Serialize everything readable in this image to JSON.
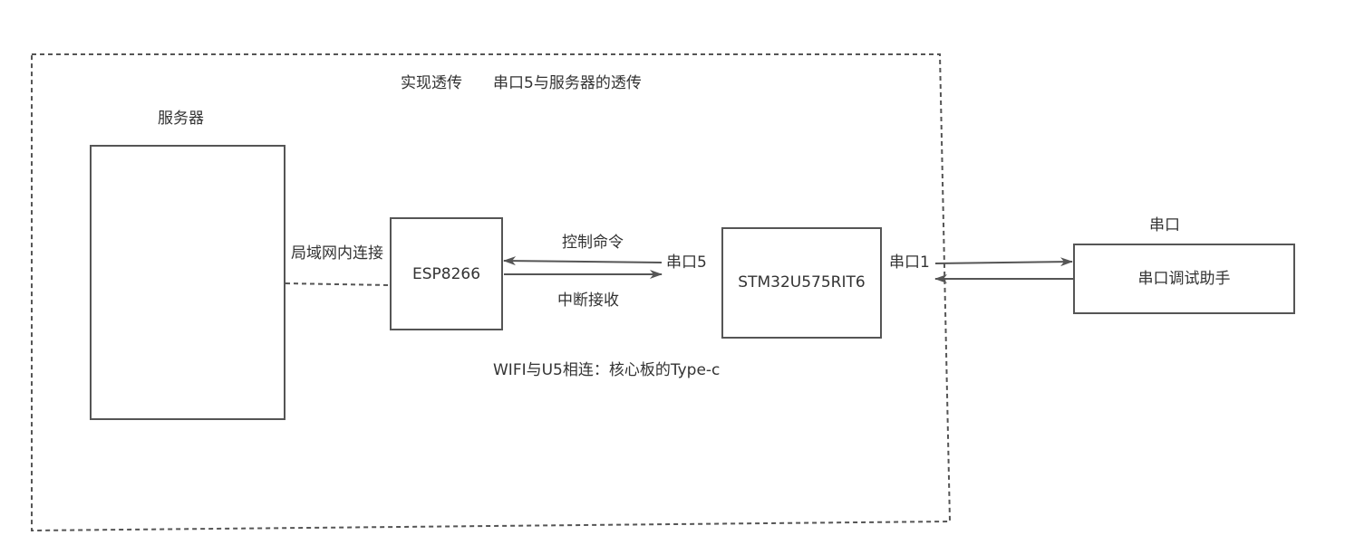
{
  "title": {
    "left": "实现透传",
    "right": "串口5与服务器的透传"
  },
  "nodes": {
    "server": {
      "label": "服务器",
      "inner": ""
    },
    "esp": {
      "label": "ESP8266"
    },
    "stm": {
      "label": "STM32U575RIT6"
    },
    "serial_tool": {
      "label": "串口调试助手",
      "caption": "串口"
    }
  },
  "connections": {
    "lan": "局域网内连接",
    "control": "控制命令",
    "interrupt": "中断接收",
    "uart5": "串口5",
    "uart1": "串口1",
    "wifi_note": "WIFI与U5相连：核心板的Type-c"
  },
  "colors": {
    "stroke": "#555555",
    "text": "#333333",
    "background": "#ffffff"
  }
}
